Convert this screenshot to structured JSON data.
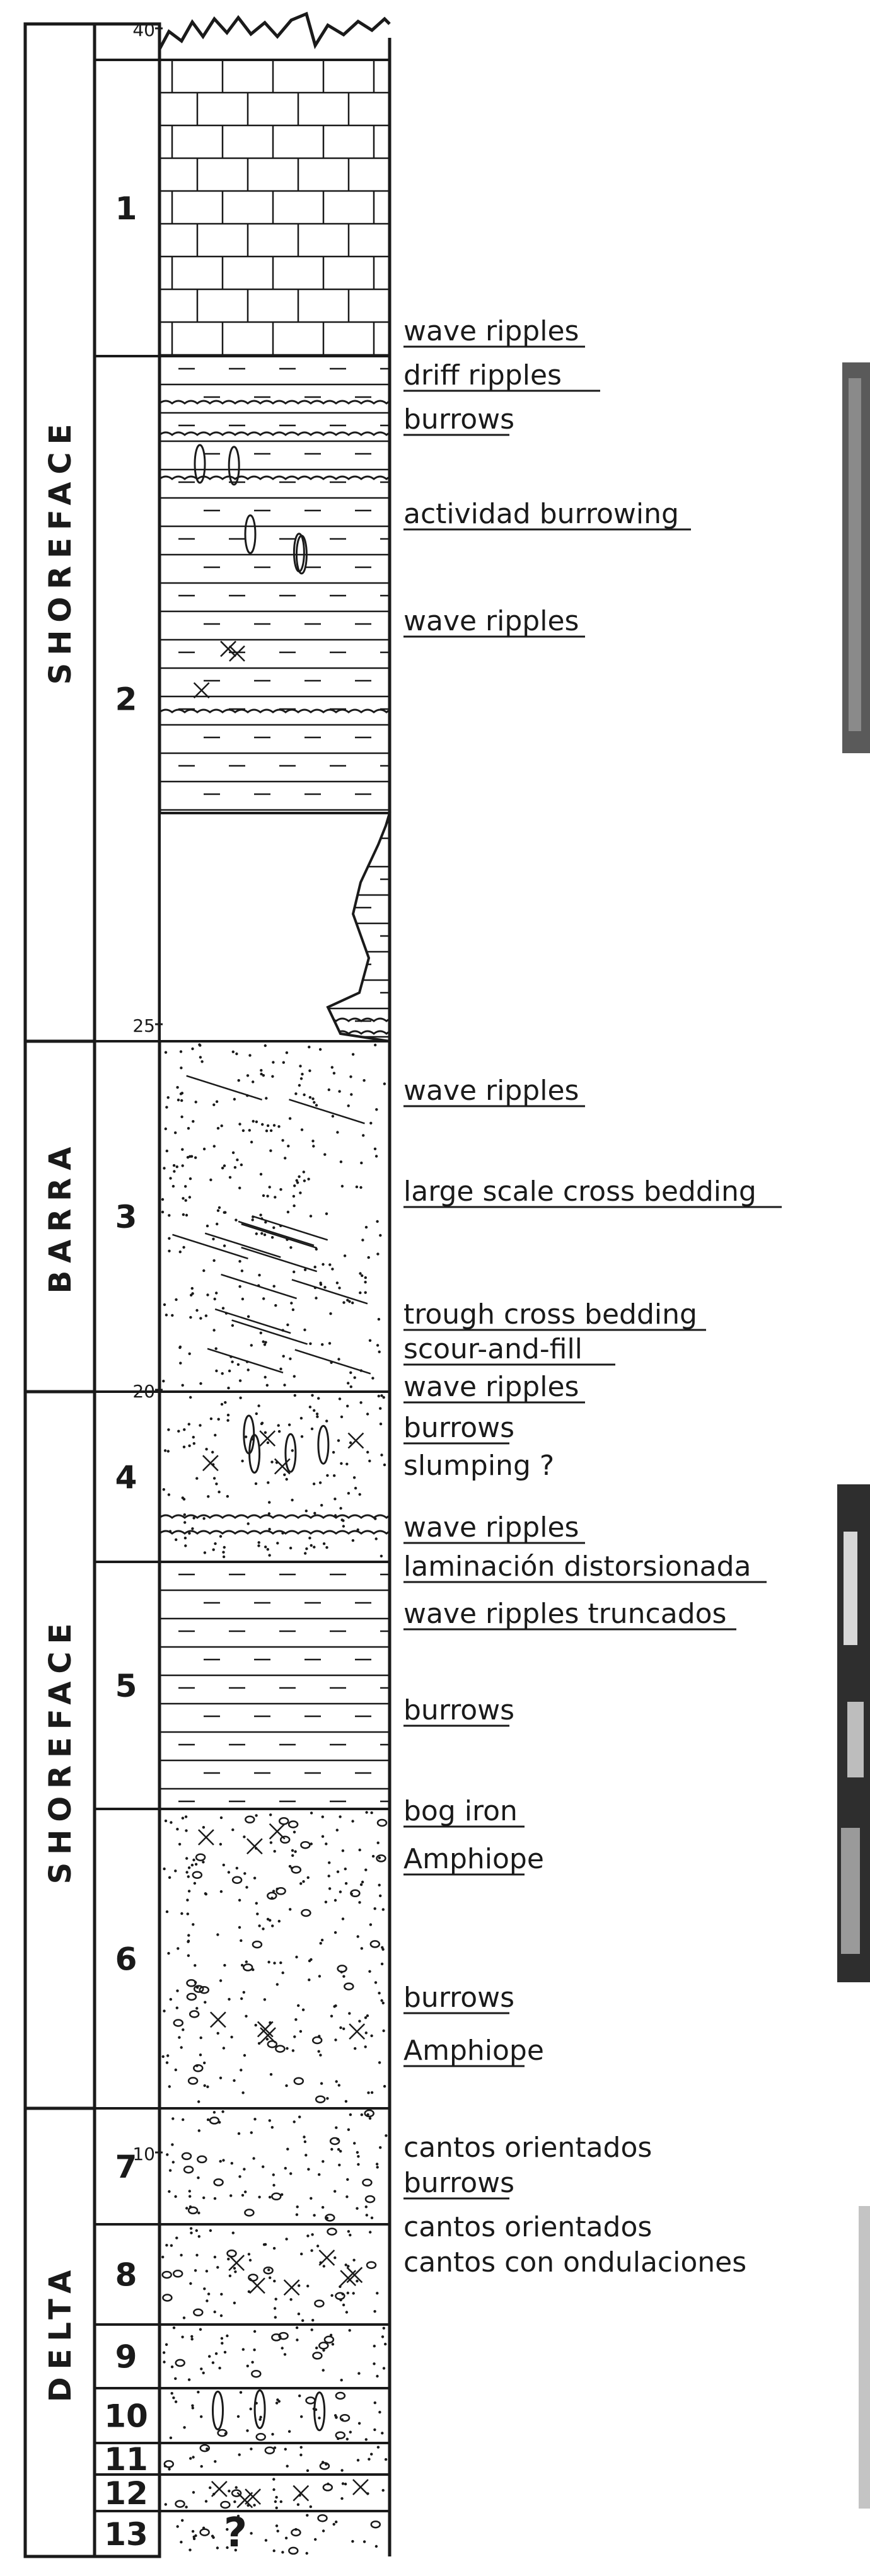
{
  "column": {
    "depth_labels": [
      "40",
      "25",
      "20",
      "10"
    ],
    "bottom_mark": "?"
  },
  "environments": [
    {
      "name": "SHOREFACE",
      "from_unit": 1,
      "to_unit": 2
    },
    {
      "name": "BARRA",
      "from_unit": 3,
      "to_unit": 3
    },
    {
      "name": "SHOREFACE",
      "from_unit": 4,
      "to_unit": 6
    },
    {
      "name": "DELTA",
      "from_unit": 7,
      "to_unit": 13
    }
  ],
  "units": [
    {
      "number": "1",
      "lithology": "limestone"
    },
    {
      "number": "2",
      "lithology": "marly-limestone"
    },
    {
      "number": "3",
      "lithology": "sandstone"
    },
    {
      "number": "4",
      "lithology": "sandstone"
    },
    {
      "number": "5",
      "lithology": "marly-limestone"
    },
    {
      "number": "6",
      "lithology": "conglomeratic-sandstone"
    },
    {
      "number": "7",
      "lithology": "conglomeratic-sandstone"
    },
    {
      "number": "8",
      "lithology": "conglomeratic-sandstone"
    },
    {
      "number": "9",
      "lithology": "conglomeratic-sandstone"
    },
    {
      "number": "10",
      "lithology": "conglomeratic-sandstone"
    },
    {
      "number": "11",
      "lithology": "conglomeratic-sandstone"
    },
    {
      "number": "12",
      "lithology": "conglomeratic-sandstone"
    },
    {
      "number": "13",
      "lithology": "conglomeratic-sandstone"
    }
  ],
  "annotations": [
    {
      "text": "wave ripples",
      "underlined": true
    },
    {
      "text": "driff ripples",
      "underlined": true
    },
    {
      "text": "burrows",
      "underlined": true
    },
    {
      "text": "actividad burrowing",
      "underlined": true
    },
    {
      "text": "wave ripples",
      "underlined": true
    },
    {
      "text": "wave ripples",
      "underlined": true
    },
    {
      "text": "large scale cross bedding",
      "underlined": true
    },
    {
      "text": "trough cross bedding",
      "underlined": true
    },
    {
      "text": "scour-and-fill",
      "underlined": true
    },
    {
      "text": "wave ripples",
      "underlined": true
    },
    {
      "text": "burrows",
      "underlined": true
    },
    {
      "text": "slumping ?",
      "underlined": false
    },
    {
      "text": "wave ripples",
      "underlined": true
    },
    {
      "text": "laminación distorsionada",
      "underlined": true
    },
    {
      "text": "wave ripples truncados",
      "underlined": true
    },
    {
      "text": "burrows",
      "underlined": true
    },
    {
      "text": "bog iron",
      "underlined": true
    },
    {
      "text": "Amphiope",
      "underlined": true
    },
    {
      "text": "burrows",
      "underlined": true
    },
    {
      "text": "Amphiope",
      "underlined": true
    },
    {
      "text": "cantos orientados",
      "underlined": false
    },
    {
      "text": "burrows",
      "underlined": true
    },
    {
      "text": "cantos orientados",
      "underlined": false
    },
    {
      "text": "cantos con ondulaciones",
      "underlined": false
    }
  ],
  "colors": {
    "ink": "#1a1a1a",
    "paper": "#ffffff",
    "photo_dark": "#4a4a4a"
  }
}
